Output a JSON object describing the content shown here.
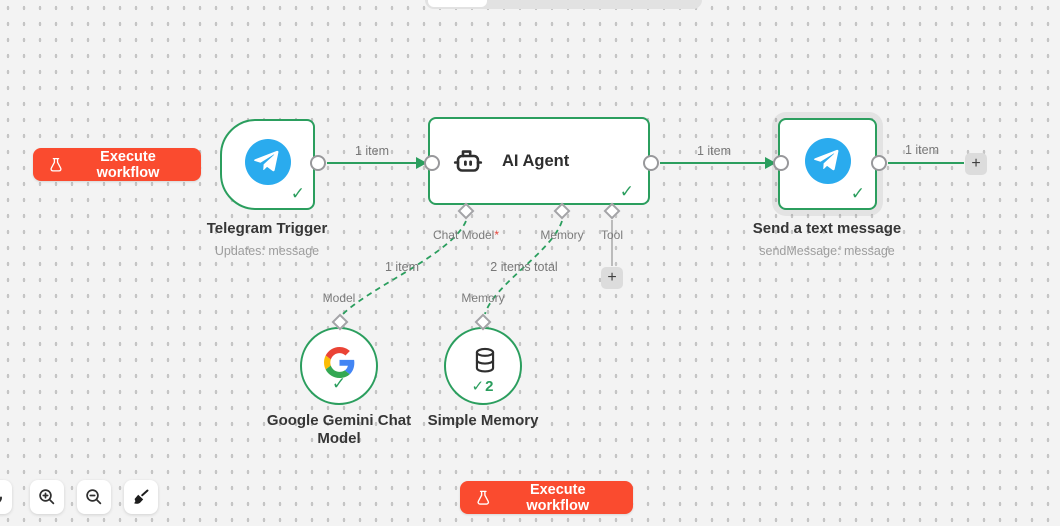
{
  "colors": {
    "accent_green": "#2b9e5e",
    "execute_red": "#fa4b2f",
    "telegram_blue": "#2aabee",
    "canvas_bg": "#f3f3f3"
  },
  "execute_buttons": {
    "top": "Execute workflow",
    "bottom": "Execute workflow"
  },
  "nodes": {
    "telegram_trigger": {
      "title": "Telegram Trigger",
      "subtitle": "Updates: message"
    },
    "ai_agent": {
      "title": "AI Agent"
    },
    "send_message": {
      "title": "Send a text message",
      "subtitle": "sendMessage: message"
    },
    "gemini": {
      "title": "Google Gemini Chat Model"
    },
    "simple_memory": {
      "title": "Simple Memory",
      "items_count": "2"
    }
  },
  "ports": {
    "chat_model": "Chat Model",
    "chat_model_required": "*",
    "memory": "Memory",
    "tool": "Tool",
    "model_sub": "Model",
    "memory_sub": "Memory"
  },
  "edges": {
    "trigger_to_agent": "1 item",
    "agent_to_send": "1 item",
    "send_to_new": "1 item",
    "model_branch": "1 item",
    "memory_branch": "2 items total"
  },
  "badges": {
    "check": "✓",
    "plus": "+"
  }
}
